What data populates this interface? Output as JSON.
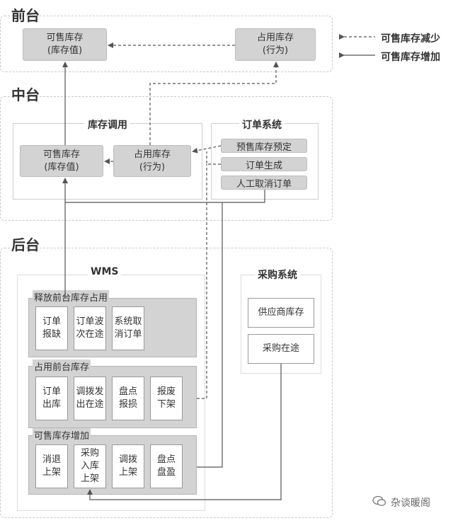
{
  "zones": {
    "front": "前台",
    "middle": "中台",
    "back": "后台"
  },
  "front": {
    "available_stock": "可售库存\n(库存值)",
    "occupied_stock": "占用库存\n(行为)"
  },
  "legend": {
    "decrease": "可售库存减少",
    "increase": "可售库存增加"
  },
  "middle": {
    "inventory_panel_title": "库存调用",
    "available_stock": "可售库存\n(库存值)",
    "occupied_stock": "占用库存\n(行为)",
    "order_panel_title": "订单系统",
    "order_items": [
      "预售库存预定",
      "订单生成",
      "人工取消订单"
    ]
  },
  "back": {
    "wms_title": "WMS",
    "release_group": {
      "label": "释放前台库存占用",
      "items": [
        "订单\n报缺",
        "订单波\n次在途",
        "系统取\n消订单"
      ]
    },
    "occupy_group": {
      "label": "占用前台库存",
      "items": [
        "订单\n出库",
        "调拨发\n出在途",
        "盘点\n报损",
        "报废\n下架"
      ]
    },
    "increase_group": {
      "label": "可售库存增加",
      "items": [
        "消退\n上架",
        "采购\n入库\n上架",
        "调拨\n上架",
        "盘点\n盘盈"
      ]
    },
    "purchase_title": "采购系统",
    "purchase_items": [
      "供应商库存",
      "采购在途"
    ]
  },
  "watermark": "杂谈暖阁",
  "colors": {
    "box_fill": "#d3d3d3",
    "line": "#555555",
    "zone_border": "#c9c9c9"
  }
}
